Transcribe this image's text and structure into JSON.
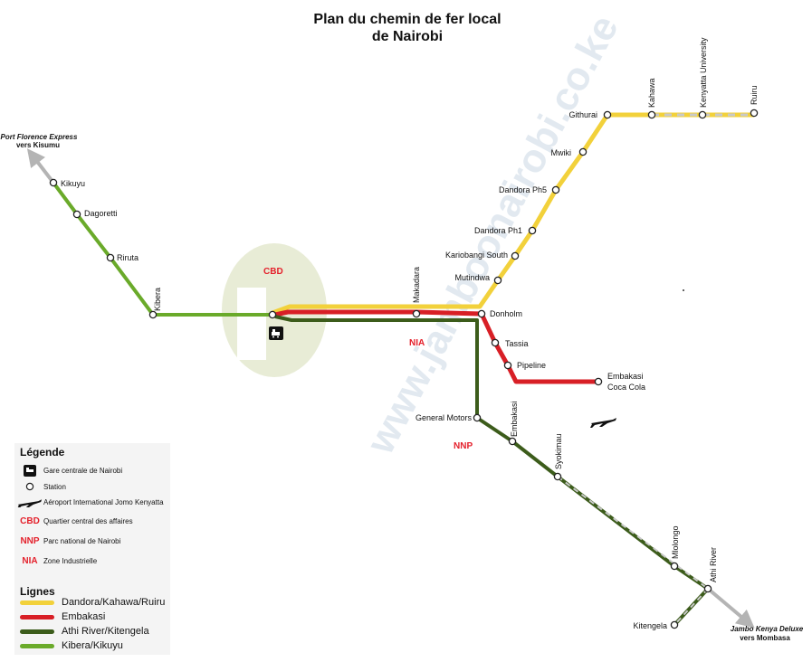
{
  "title": [
    "Plan du chemin de fer local",
    "de Nairobi"
  ],
  "watermark": "www.jamboonairobi.co.ke",
  "colors": {
    "dandora": "#f2d13b",
    "embakasi": "#d81f26",
    "athi": "#3c5c1b",
    "kibera": "#6aaa2a",
    "area_label": "#e4202b",
    "cbd_area": "#e8ecd6",
    "arrow": "#b4b4b4"
  },
  "areas": {
    "cbd": "CBD",
    "nia": "NIA",
    "nnp": "NNP"
  },
  "external": {
    "west": {
      "line1": "Port Florence Express",
      "line2": "vers Kisumu"
    },
    "southeast": {
      "line1": "Jambo Kenya Deluxe",
      "line2": "vers Mombasa"
    }
  },
  "stations": {
    "kikuyu": "Kikuyu",
    "dagoretti": "Dagoretti",
    "riruta": "Riruta",
    "kibera": "Kibera",
    "makadara": "Makadara",
    "donholm": "Donholm",
    "mutindwa": "Mutindwa",
    "kariobangi": "Kariobangi South",
    "dandora1": "Dandora Ph1",
    "dandora5": "Dandora Ph5",
    "mwiki": "Mwiki",
    "githurai": "Githurai",
    "kahawa": "Kahawa",
    "kenyatta": "Kenyatta University",
    "ruiru": "Ruiru",
    "tassia": "Tassia",
    "pipeline": "Pipeline",
    "embakasi_cc_1": "Embakasi",
    "embakasi_cc_2": "Coca Cola",
    "general_motors": "General Motors",
    "embakasi": "Embakasi",
    "syokimau": "Syokimau",
    "mlolongo": "Mlolongo",
    "athi_river": "Athi River",
    "kitengela": "Kitengela"
  },
  "legend": {
    "title": "Légende",
    "items": [
      {
        "symbol": "train-station-icon",
        "label": "Gare centrale de Nairobi"
      },
      {
        "symbol": "station-circle-icon",
        "label": "Station"
      },
      {
        "symbol": "airplane-icon",
        "label": "Aéroport International Jomo Kenyatta"
      },
      {
        "abbr": "CBD",
        "label": "Quartier central des affaires"
      },
      {
        "abbr": "NNP",
        "label": "Parc national de Nairobi"
      },
      {
        "abbr": "NIA",
        "label": "Zone Industrielle"
      }
    ],
    "lines_title": "Lignes",
    "lines": [
      {
        "color": "#f2d13b",
        "label": "Dandora/Kahawa/Ruiru"
      },
      {
        "color": "#d81f26",
        "label": "Embakasi"
      },
      {
        "color": "#3c5c1b",
        "label": "Athi River/Kitengela"
      },
      {
        "color": "#6aaa2a",
        "label": "Kibera/Kikuyu"
      }
    ]
  }
}
